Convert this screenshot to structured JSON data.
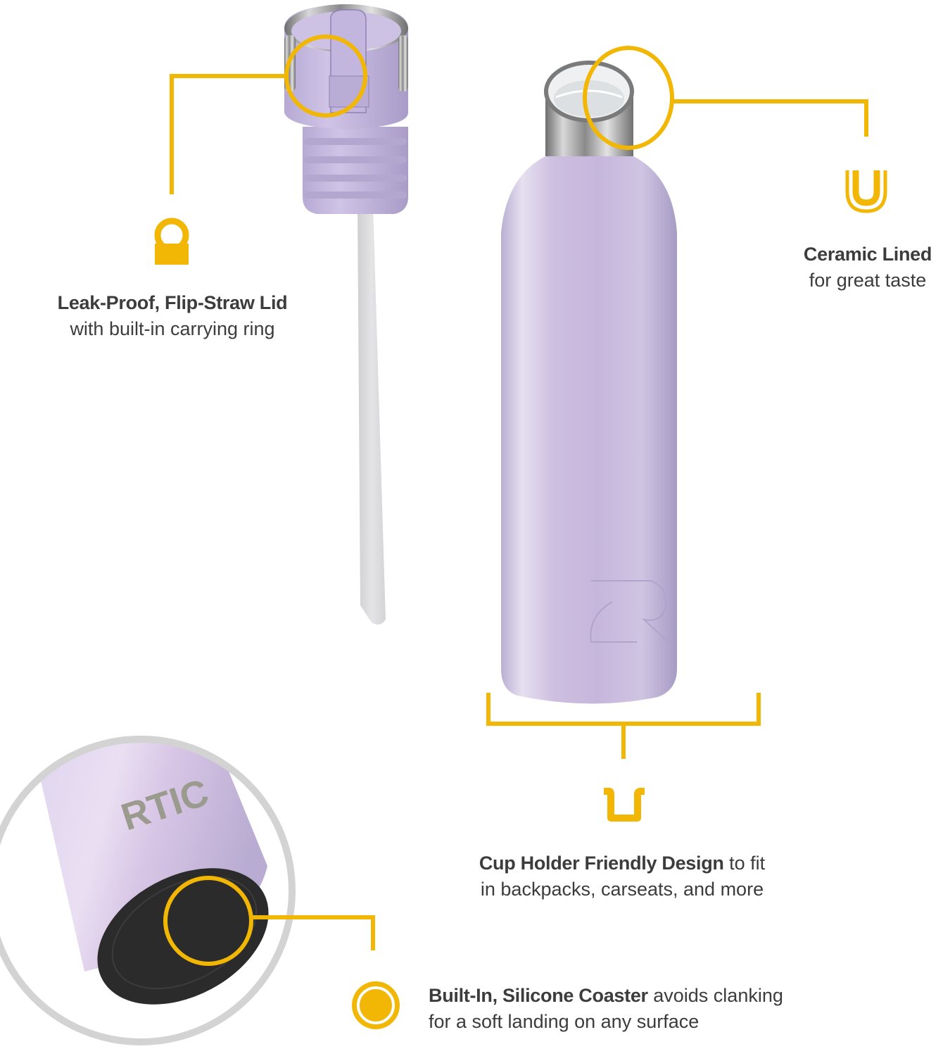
{
  "theme": {
    "accent": "#F2B705",
    "text": "#3c3c3c",
    "bottle_lilac": "#C9BCDE",
    "steel": "#8d8d8d",
    "coaster": "#2b2b2b",
    "bg": "#ffffff"
  },
  "product": {
    "brand_text": "RTIC",
    "logo_mark": "R"
  },
  "features": [
    {
      "id": "lid",
      "icon": "carrying-ring-icon",
      "title": "Leak-Proof, Flip-Straw Lid",
      "subtitle": "with built-in carrying ring"
    },
    {
      "id": "lining",
      "icon": "ceramic-lining-icon",
      "title": "Ceramic Lined",
      "subtitle": "for great taste"
    },
    {
      "id": "cupholder",
      "icon": "cup-holder-icon",
      "title": "Cup Holder Friendly Design",
      "title_suffix": " to fit",
      "subtitle": "in backpacks, carseats, and more"
    },
    {
      "id": "coaster",
      "icon": "silicone-coaster-icon",
      "title": "Built-In, Silicone Coaster",
      "title_suffix": " avoids clanking",
      "subtitle": "for a soft landing on any surface"
    }
  ]
}
